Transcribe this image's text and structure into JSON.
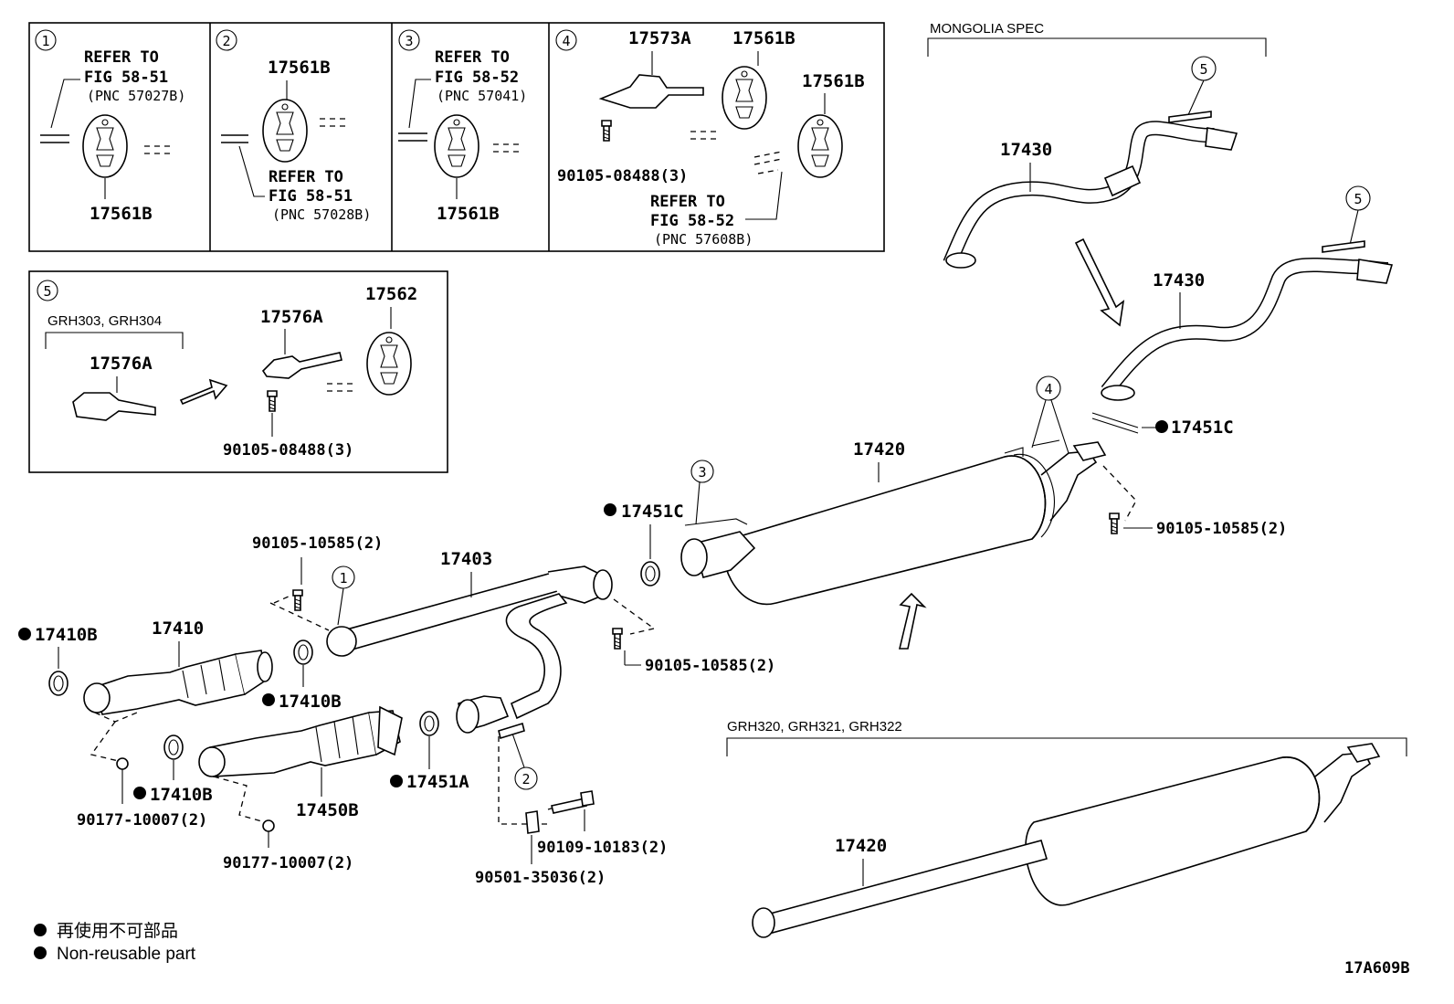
{
  "insets": {
    "i1": {
      "num": "1",
      "refer1": "REFER TO",
      "refer2": "FIG 58-51",
      "pnc": "(PNC 57027B)",
      "part": "17561B"
    },
    "i2": {
      "num": "2",
      "part": "17561B",
      "refer1": "REFER TO",
      "refer2": "FIG 58-51",
      "pnc": "(PNC 57028B)"
    },
    "i3": {
      "num": "3",
      "refer1": "REFER TO",
      "refer2": "FIG 58-52",
      "pnc": "(PNC 57041)",
      "part": "17561B"
    },
    "i4": {
      "num": "4",
      "bracket": "17573A",
      "part_a": "17561B",
      "part_b": "17561B",
      "bolt": "90105-08488(3)",
      "refer1": "REFER TO",
      "refer2": "FIG 58-52",
      "pnc": "(PNC 57608B)"
    },
    "i5": {
      "num": "5",
      "spec": "GRH303, GRH304",
      "old": "17576A",
      "new": "17576A",
      "hanger": "17562",
      "bolt": "90105-08488(3)"
    }
  },
  "specs": {
    "mongolia": "MONGOLIA SPEC",
    "grh320": "GRH320, GRH321, GRH322"
  },
  "labels": {
    "p17430a": "17430",
    "p17430b": "17430",
    "c5a": "5",
    "c5b": "5",
    "c4": "4",
    "c3": "3",
    "c2": "2",
    "c1": "1",
    "p17451c_a": "17451C",
    "p17451c_b": "17451C",
    "p17420a": "17420",
    "p17420b": "17420",
    "b10585_a": "90105-10585(2)",
    "b10585_b": "90105-10585(2)",
    "b10585_c": "90105-10585(2)",
    "p17403": "17403",
    "p17410": "17410",
    "p17410b_a": "17410B",
    "p17410b_b": "17410B",
    "p17410b_c": "17410B",
    "p17450b": "17450B",
    "p17451a": "17451A",
    "n10007_a": "90177-10007(2)",
    "n10007_b": "90177-10007(2)",
    "b10183": "90109-10183(2)",
    "s35036": "90501-35036(2)"
  },
  "legend": {
    "jp": "再使用不可部品",
    "en": "Non-reusable part"
  },
  "code": "17A609B"
}
